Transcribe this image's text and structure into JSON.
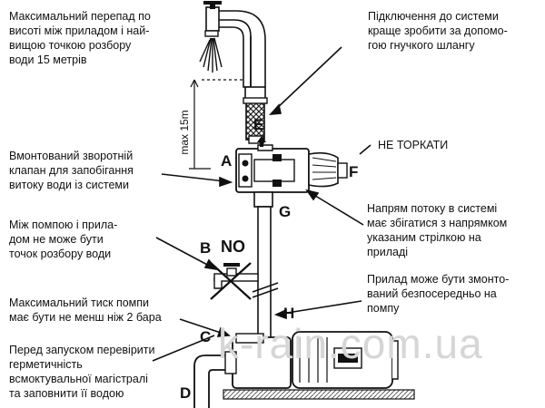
{
  "notes": {
    "max_height": "Максимальний перепад по\nвисоті між приладом і най-\nвищою точкою розбору\nводи 15 метрів",
    "flexible_hose": "Підключення до системи\nкраще зробити за допомо-\nгою гнучкого шлангу",
    "check_valve": "Вмонтований зворотній\nклапан для запобігання\nвитоку води із системи",
    "do_not_touch": "НЕ ТОРКАТИ",
    "flow_direction": "Напрям потоку в системі\nмає збігатися з напрямком\nуказаним стрілкою на\nприладі",
    "no_taps": "Між помпою і прила-\nдом не може бути\nточок розбору води",
    "direct_mount": "Прилад може бути змонто-\nваний безпосередньо на\nпомпу",
    "min_pressure": "Максимальний тиск помпи\nмає бути не менш ніж 2 бара",
    "before_start": "Перед запуском перевірити\nгерметичність\nвсмоктувальної магістралі\nта заповнити її водою"
  },
  "dimension_label": "max 15m",
  "no_label": "NO",
  "letters": {
    "a": "A",
    "b": "B",
    "c": "C",
    "d": "D",
    "e": "E",
    "f": "F",
    "g": "G",
    "h": "H"
  },
  "watermark": "k-rain.com.ua"
}
